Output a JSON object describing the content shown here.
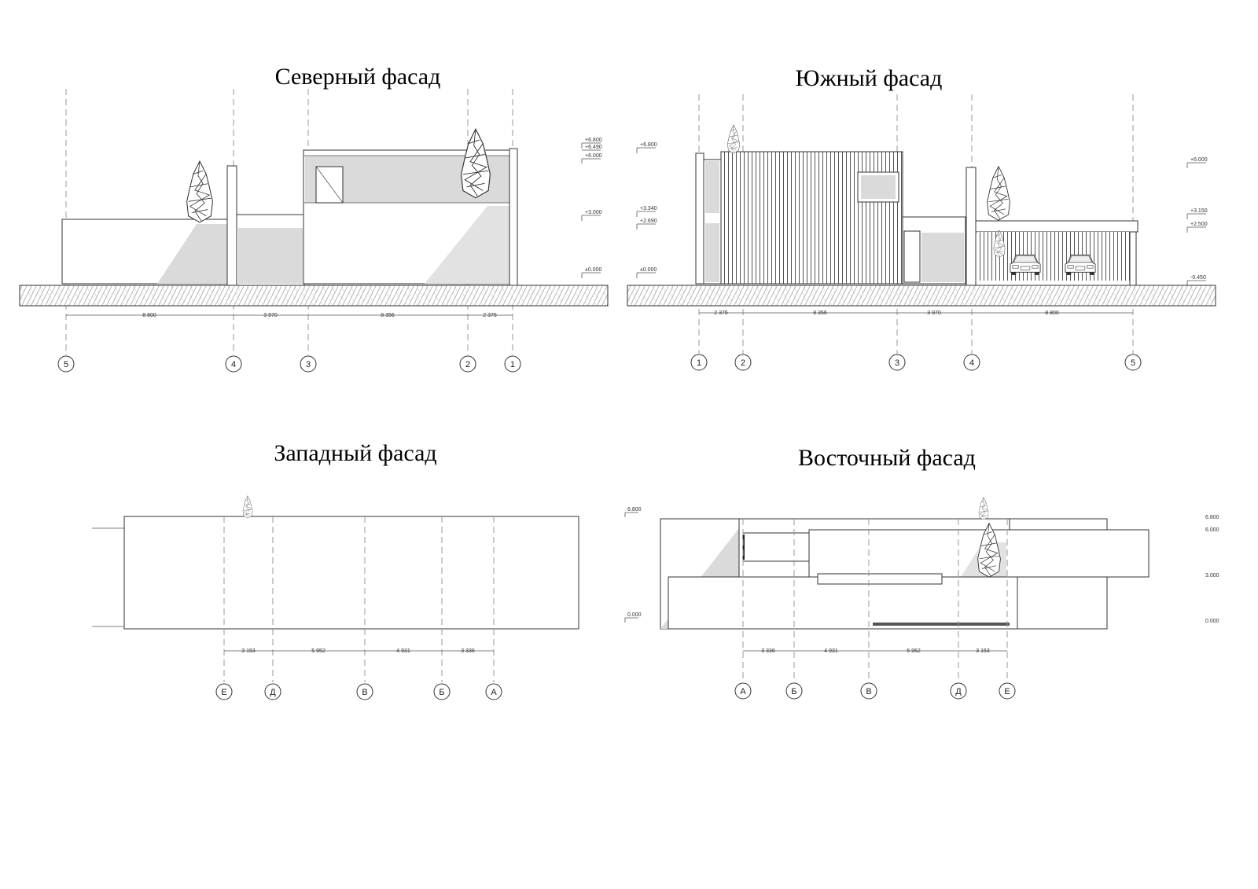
{
  "titles": {
    "north": "Северный фасад",
    "south": "Южный фасад",
    "west": "Западный фасад",
    "east": "Восточный фасад"
  },
  "north": {
    "axes": [
      "5",
      "4",
      "3",
      "2",
      "1"
    ],
    "dims": [
      "8 800",
      "3 970",
      "8 356",
      "2 375"
    ],
    "levels": [
      "+6.800",
      "+6.490",
      "+6.000",
      "+3.000",
      "±0.000"
    ]
  },
  "south": {
    "axes": [
      "1",
      "2",
      "3",
      "4",
      "5"
    ],
    "dims": [
      "2 375",
      "8 356",
      "3 970",
      "8 800"
    ],
    "levels_left": [
      "+6.800",
      "+3.340",
      "+2.690",
      "±0.000"
    ],
    "levels_right": [
      "+6.000",
      "+3.150",
      "+2.500",
      "-0.450"
    ]
  },
  "west": {
    "axes": [
      "Е",
      "Д",
      "В",
      "Б",
      "А"
    ],
    "dims": [
      "3 153",
      "5 952",
      "4 931",
      "3 336"
    ]
  },
  "east": {
    "axes": [
      "А",
      "Б",
      "В",
      "Д",
      "Е"
    ],
    "dims": [
      "3 336",
      "4 931",
      "5 952",
      "3 153"
    ],
    "levels_left": [
      "6.800",
      "0.000"
    ],
    "levels_right": [
      "6.800",
      "6.000",
      "3.000",
      "0.000"
    ]
  }
}
